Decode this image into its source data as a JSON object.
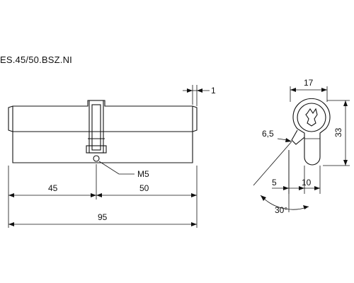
{
  "title": "ES.45/50.BSZ.NI",
  "dimensions": {
    "overhang": "1",
    "screw": "M5",
    "left_length": "45",
    "right_length": "50",
    "total_length": "95",
    "profile_width": "17",
    "profile_height": "33",
    "cam_radius": "6,5",
    "cam_offset": "5",
    "bottom_width": "10",
    "angle": "30°"
  }
}
